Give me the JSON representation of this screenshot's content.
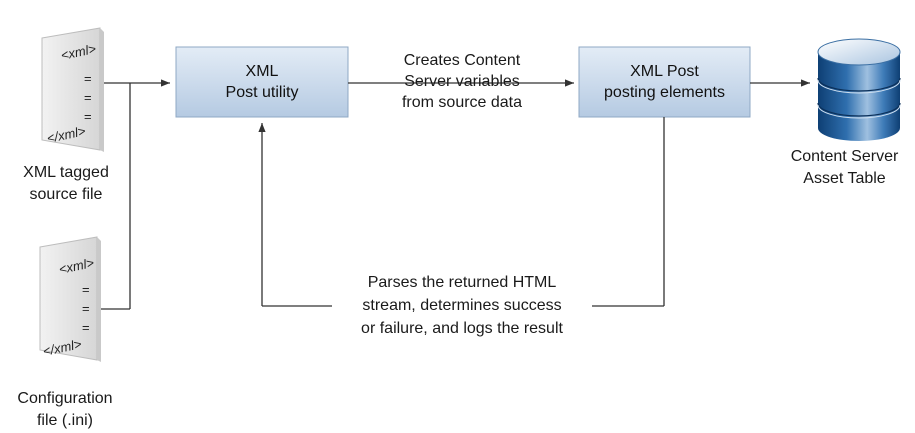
{
  "doc_icons": {
    "open_tag": "<xml>",
    "close_tag": "</xml>",
    "eq": "="
  },
  "nodes": {
    "source_file": {
      "line1": "XML tagged",
      "line2": "source file"
    },
    "config_file": {
      "line1": "Configuration",
      "line2": "file (.ini)"
    },
    "post_utility": {
      "line1": "XML",
      "line2": "Post utility"
    },
    "posting_elements": {
      "line1": "XML Post",
      "line2": "posting elements"
    },
    "asset_table": {
      "line1": "Content Server",
      "line2": "Asset Table"
    }
  },
  "edges": {
    "creates": {
      "line1": "Creates Content",
      "line2": "Server variables",
      "line3": "from source data"
    },
    "parses": {
      "line1": "Parses the returned HTML",
      "line2": "stream, determines success",
      "line3": "or failure, and logs the result"
    }
  },
  "colors": {
    "box_fill_top": "#dfe9f4",
    "box_fill_bottom": "#b9cde3",
    "box_stroke": "#8fa8c4",
    "doc_fill": "#e9e9e9",
    "line": "#333333"
  }
}
